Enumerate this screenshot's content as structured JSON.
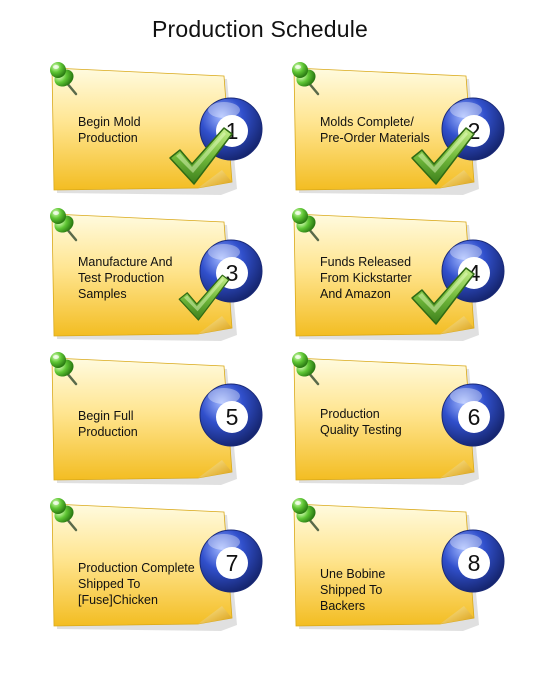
{
  "title": "Production Schedule",
  "colors": {
    "note_light": "#fff6c4",
    "note_dark": "#f4c22b",
    "badge_blue": "#2d46b8",
    "check_green": "#6db33f",
    "pin_green": "#58c22c"
  },
  "steps": [
    {
      "number": "1",
      "label": "Begin Mold\nProduction",
      "checked": true
    },
    {
      "number": "2",
      "label": "Molds Complete/\nPre-Order Materials",
      "checked": true
    },
    {
      "number": "3",
      "label": "Manufacture And\nTest Production\nSamples",
      "checked": true
    },
    {
      "number": "4",
      "label": "Funds Released\nFrom Kickstarter\nAnd Amazon",
      "checked": true
    },
    {
      "number": "5",
      "label": "Begin Full\nProduction",
      "checked": false
    },
    {
      "number": "6",
      "label": "Production\nQuality Testing",
      "checked": false
    },
    {
      "number": "7",
      "label": "Production Complete\nShipped To\n[Fuse]Chicken",
      "checked": false
    },
    {
      "number": "8",
      "label": "Une Bobine\nShipped To\nBackers",
      "checked": false
    }
  ]
}
